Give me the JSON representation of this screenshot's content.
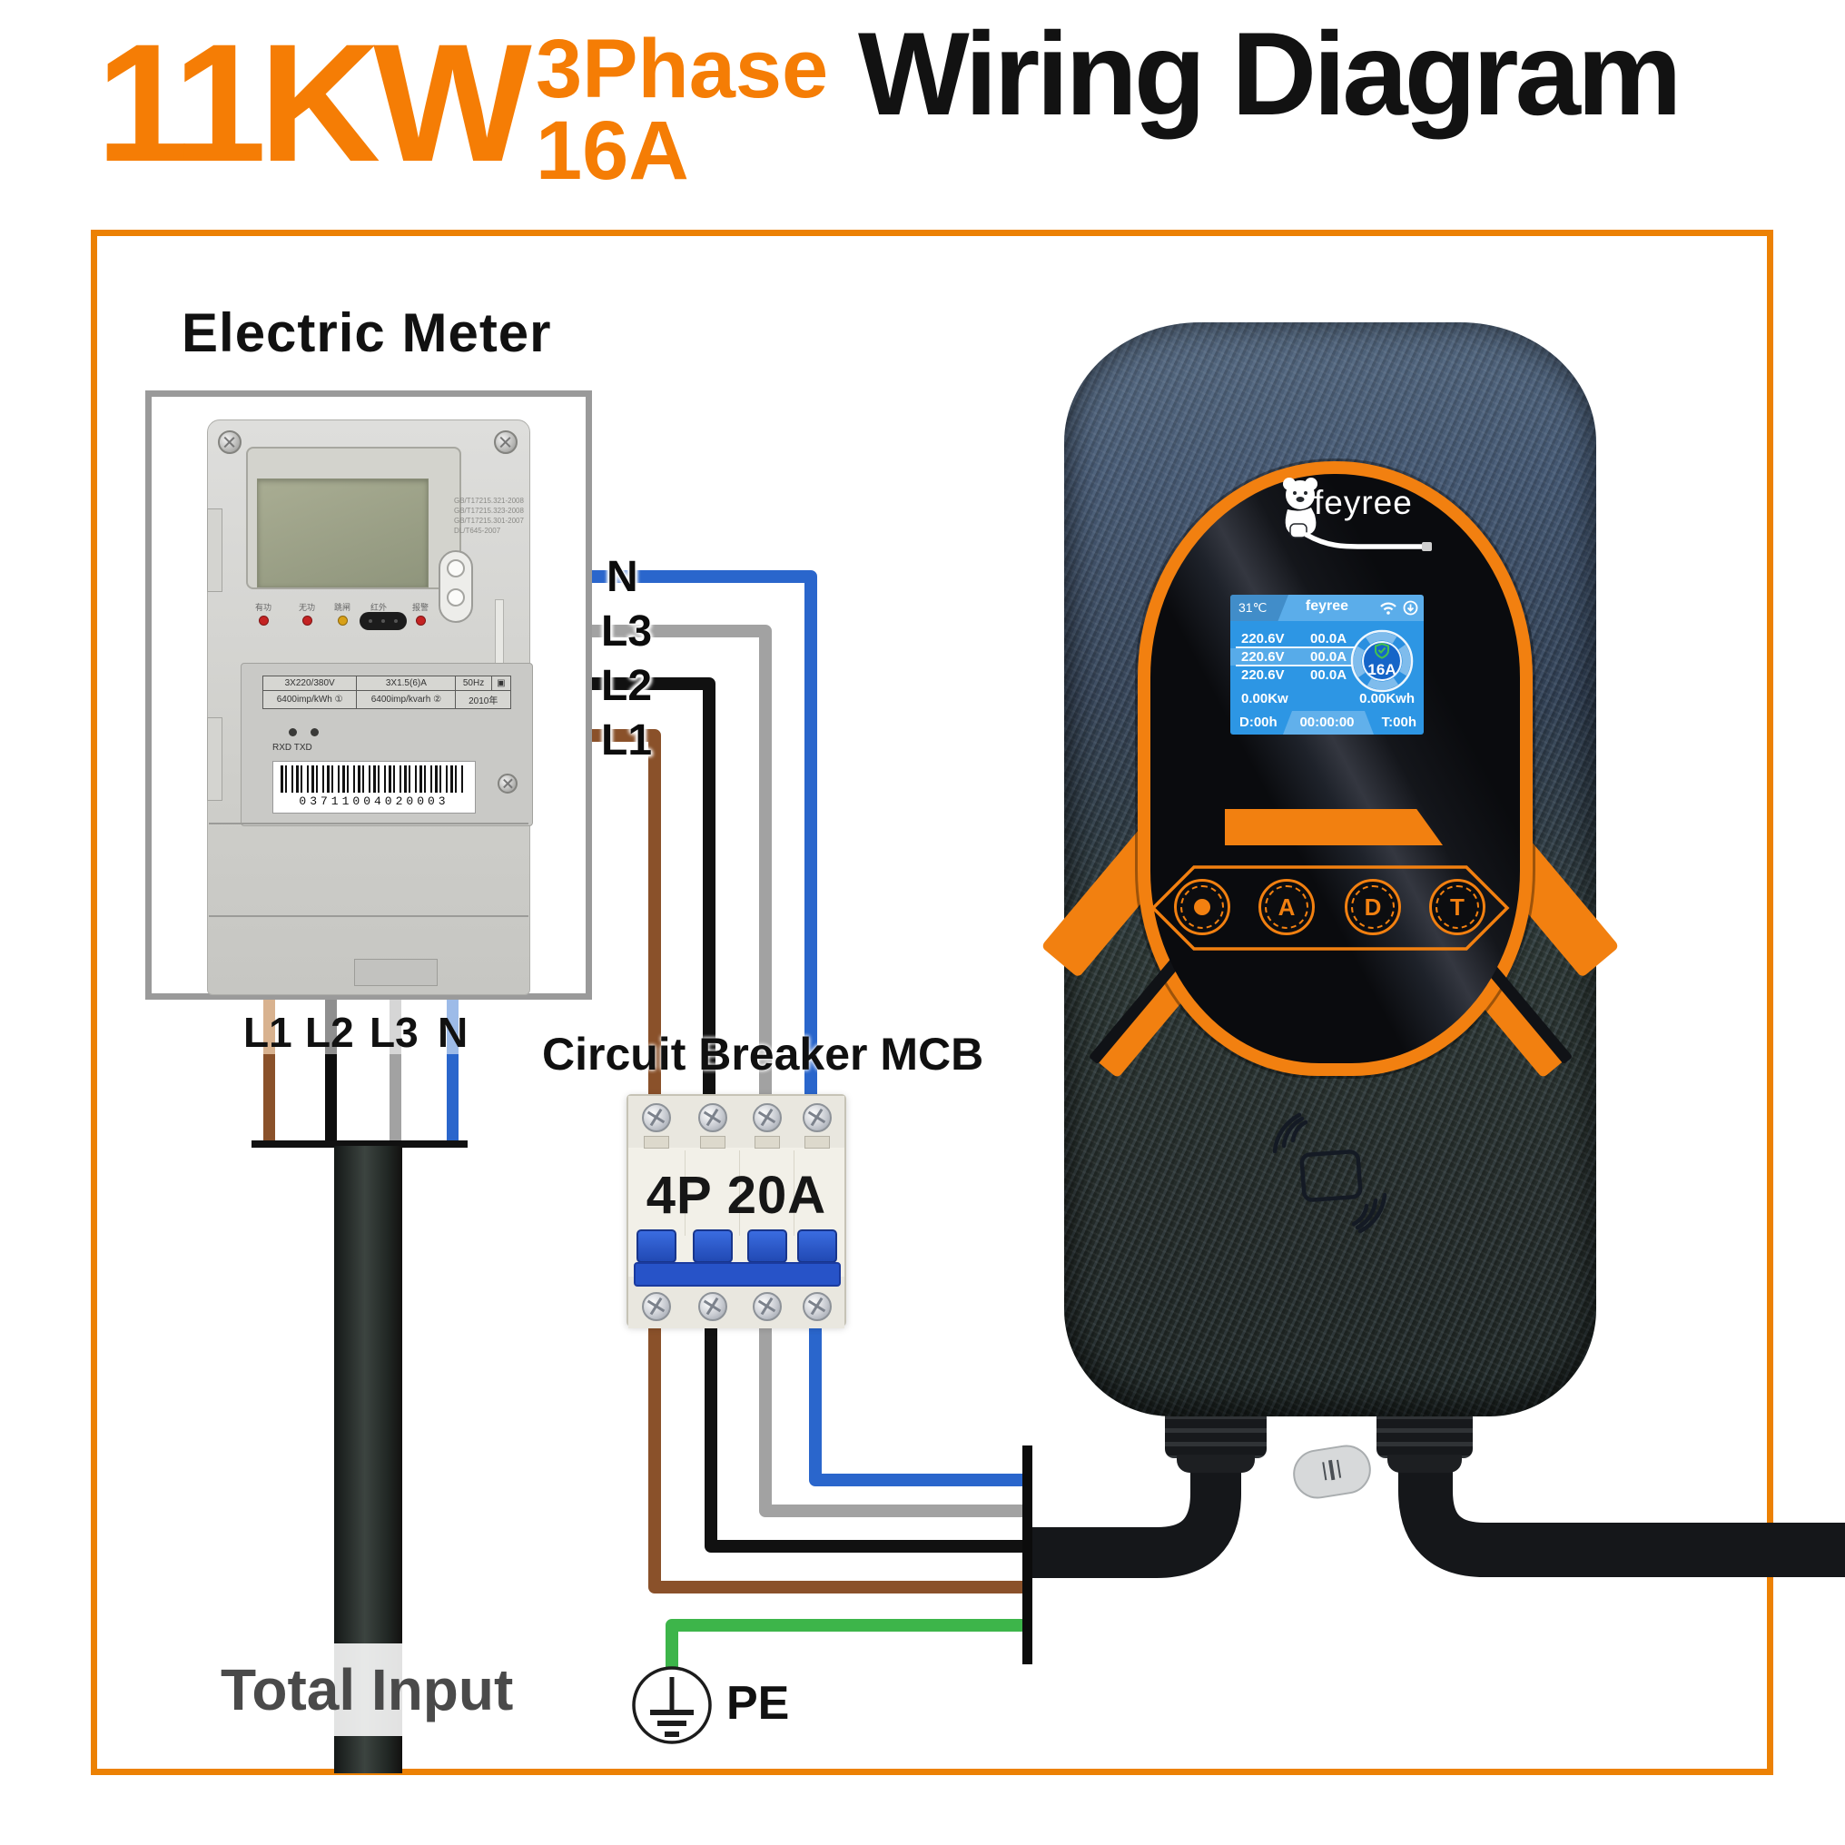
{
  "header": {
    "power": "11KW",
    "phase": "3Phase",
    "amps": "16A",
    "title": "Wiring Diagram"
  },
  "meter": {
    "label": "Electric Meter",
    "certs": [
      "GB/T17215.321-2008",
      "GB/T17215.323-2008",
      "GB/T17215.301-2007",
      "DL/T645-2007"
    ],
    "spec": {
      "r1": [
        "3X220/380V",
        "3X1.5(6)A",
        "50Hz"
      ],
      "r2": [
        "6400imp/kWh ①",
        "6400imp/kvarh ②",
        "2010年"
      ]
    },
    "ports": "RXD TXD",
    "barcode": "03711004020003",
    "leds": [
      "有功",
      "无功",
      "跳闸",
      "红外",
      "报警"
    ]
  },
  "wiring": {
    "out_labels": [
      "N",
      "L3",
      "L2",
      "L1"
    ],
    "in_labels": [
      "L1",
      "L2",
      "L3",
      "N"
    ],
    "breaker_label": "Circuit Breaker MCB",
    "breaker_rating": "4P 20A",
    "ground_label": "PE",
    "total_input": "Total Input",
    "colors": {
      "neutral": "#2A66CC",
      "l3": "#A2A2A2",
      "l2": "#111111",
      "l1": "#8A512A",
      "pe": "#3DB54A",
      "accent": "#F28010"
    }
  },
  "charger": {
    "brand": "feyree",
    "display": {
      "temp": "31℃",
      "title": "feyree",
      "rows": [
        {
          "v": "220.6V",
          "a": "00.0A"
        },
        {
          "v": "220.6V",
          "a": "00.0A"
        },
        {
          "v": "220.6V",
          "a": "00.0A"
        }
      ],
      "set_current": "16A",
      "kw": "0.00Kw",
      "kwh": "0.00Kwh",
      "duration": "D:00h",
      "time": "00:00:00",
      "total": "T:00h"
    },
    "buttons": [
      "A",
      "D",
      "T"
    ]
  }
}
